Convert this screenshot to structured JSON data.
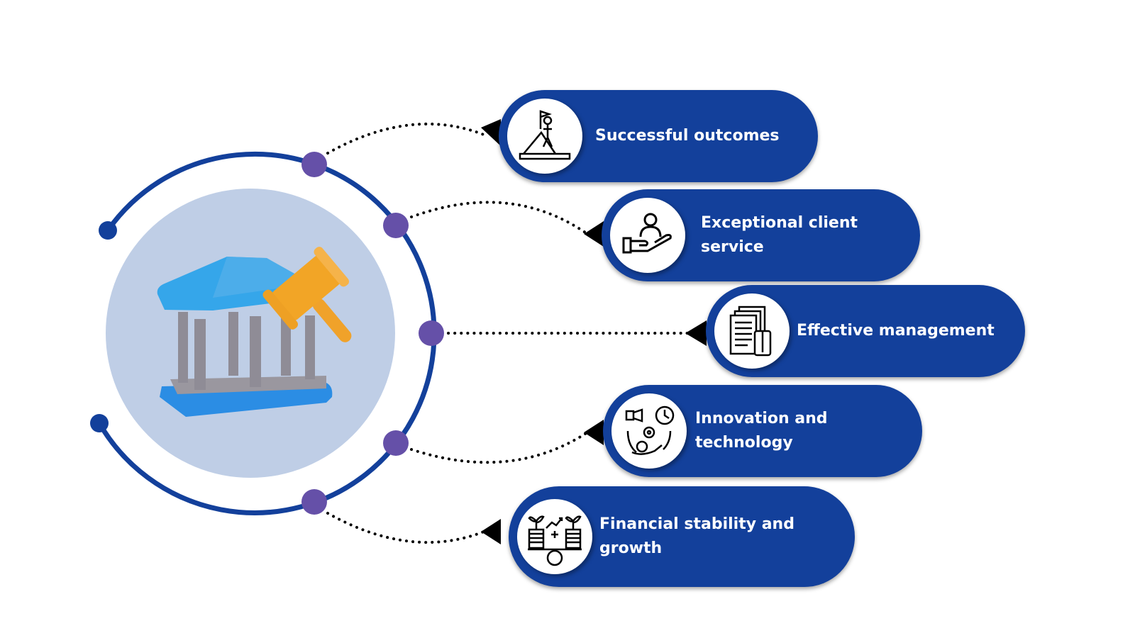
{
  "colors": {
    "pill": "#13409b",
    "arc": "#13409b",
    "node": "#6550a8",
    "center_bg": "#bfcee6"
  },
  "center": {
    "image": "courthouse-gavel-illustration"
  },
  "items": [
    {
      "label": "Successful outcomes",
      "icon": "mountain-summit-flag-icon"
    },
    {
      "label": "Exceptional client service",
      "icon": "hand-holding-person-icon"
    },
    {
      "label": "Effective management",
      "icon": "documents-icon"
    },
    {
      "label": "Innovation and technology",
      "icon": "innovation-gear-clock-icon"
    },
    {
      "label": "Financial stability and growth",
      "icon": "coins-plants-balance-icon"
    }
  ]
}
